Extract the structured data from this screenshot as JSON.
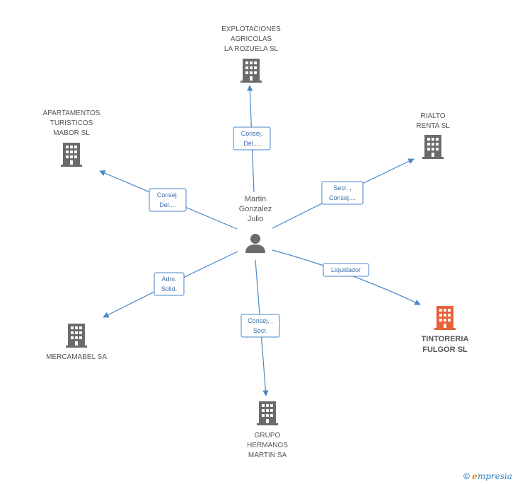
{
  "center": {
    "lines": [
      "Martin",
      "Gonzalez",
      "Julio"
    ]
  },
  "colors": {
    "edge": "#4a86c8",
    "building": "#6b6b6b",
    "building_highlight": "#e8623a",
    "person": "#6b6b6b"
  },
  "nodes": [
    {
      "id": "explotaciones",
      "lines": [
        "EXPLOTACIONES",
        "AGRICOLAS",
        "LA ROZUELA  SL"
      ],
      "role": [
        "Consej.",
        "Del...."
      ],
      "highlight": false
    },
    {
      "id": "apartamentos",
      "lines": [
        "APARTAMENTOS",
        "TURISTICOS",
        "MABOR  SL"
      ],
      "role": [
        "Consej.",
        "Del...."
      ],
      "highlight": false
    },
    {
      "id": "rialto",
      "lines": [
        "RIALTO",
        "RENTA  SL"
      ],
      "role": [
        "Secr. ,",
        "Consej...."
      ],
      "highlight": false
    },
    {
      "id": "tintoreria",
      "lines": [
        "TINTORERIA",
        "FULGOR SL"
      ],
      "role": [
        "Liquidador"
      ],
      "highlight": true
    },
    {
      "id": "mercamabel",
      "lines": [
        "MERCAMABEL SA"
      ],
      "role": [
        "Adm.",
        "Solid."
      ],
      "highlight": false
    },
    {
      "id": "grupo",
      "lines": [
        "GRUPO",
        "HERMANOS",
        "MARTIN SA"
      ],
      "role": [
        "Consej. ,",
        "Secr."
      ],
      "highlight": false
    }
  ],
  "footer": {
    "copyright": "©",
    "brand_initial": "e",
    "brand_rest": "mpresia"
  }
}
